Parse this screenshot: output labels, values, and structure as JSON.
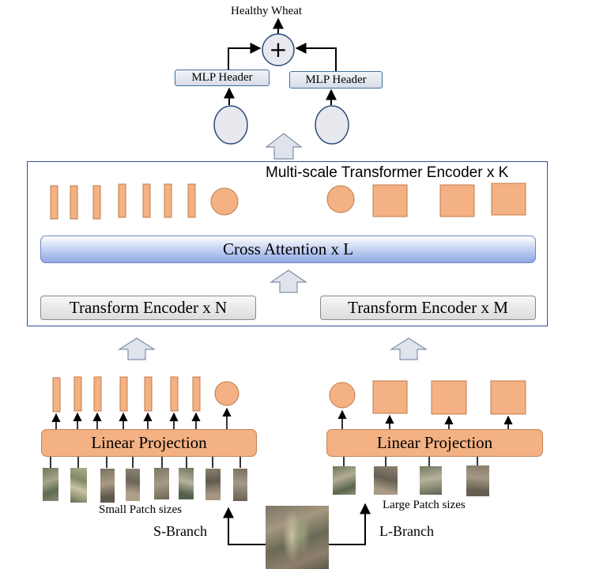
{
  "title": "Healthy Wheat",
  "mlp_left": "MLP Header",
  "mlp_right": "MLP Header",
  "multiscale_title": "Multi-scale Transformer Encoder x K",
  "cross_attention": "Cross Attention x L",
  "encoder_left": "Transform Encoder x N",
  "encoder_right": "Transform Encoder x M",
  "linear_left": "Linear Projection",
  "linear_right": "Linear Projection",
  "small_patch_label": "Small  Patch sizes",
  "large_patch_label": "Large  Patch sizes",
  "s_branch": "S-Branch",
  "l_branch": "L-Branch",
  "colors": {
    "token_fill": "#f4b183",
    "token_stroke": "#c27a4a",
    "cls_fill": "#e7e9ee",
    "cls_stroke": "#2f4a7a",
    "arrow_fill": "#dfe4ec",
    "arrow_stroke": "#7f8fa8",
    "frame": "#2f5597"
  }
}
